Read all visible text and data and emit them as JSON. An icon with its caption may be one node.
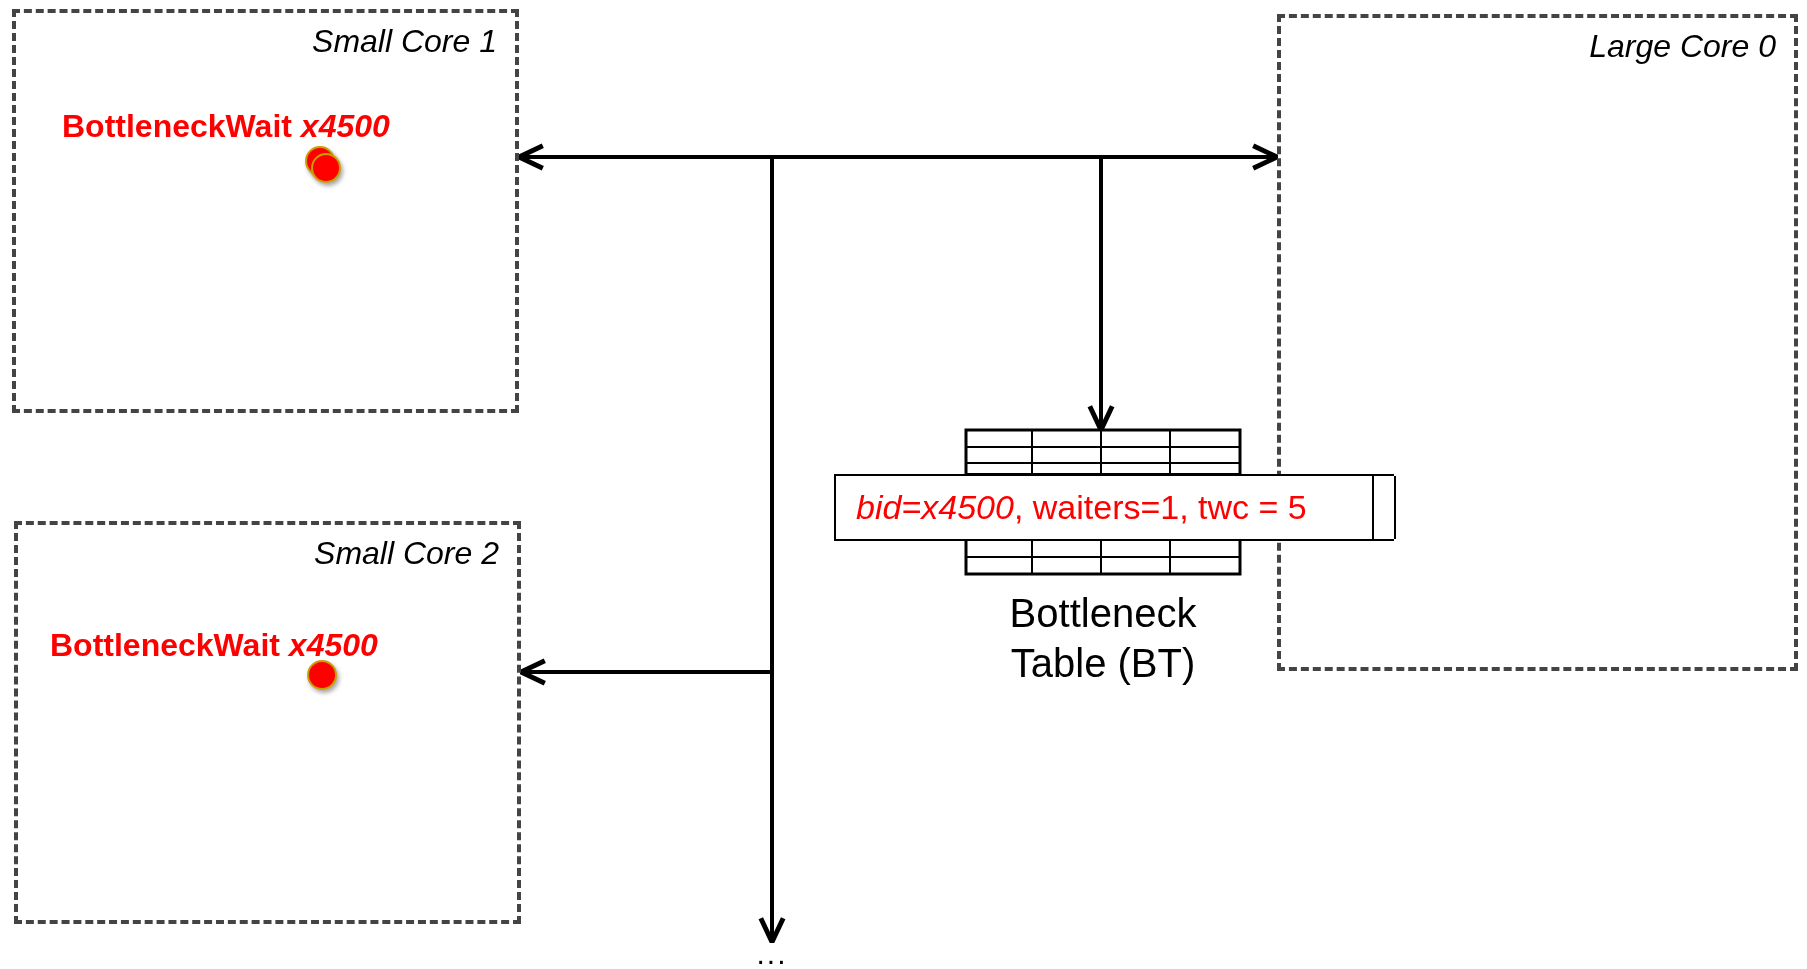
{
  "diagram": {
    "nodes": [
      {
        "text": [
          "Small Core 1",
          "BottleneckWait *x4500*"
        ]
      },
      {
        "text": [
          "Large Core 0"
        ]
      },
      {
        "text": [
          "Small Core 2",
          "BottleneckWait *x4500*"
        ]
      },
      {
        "text": [
          "Bottleneck Table (BT)"
        ]
      },
      {
        "text": [
          "*bid=x4500*, waiters=1, twc = 5"
        ]
      },
      {
        "text": [
          "..."
        ]
      }
    ],
    "edges": [
      {
        "from": 0,
        "to": 1,
        "arrow": "both"
      },
      {
        "from": null,
        "to": 3,
        "arrow": "to"
      },
      {
        "from": null,
        "to": 2,
        "arrow": "to"
      },
      {
        "from": null,
        "to": 5,
        "arrow": "to"
      }
    ]
  }
}
